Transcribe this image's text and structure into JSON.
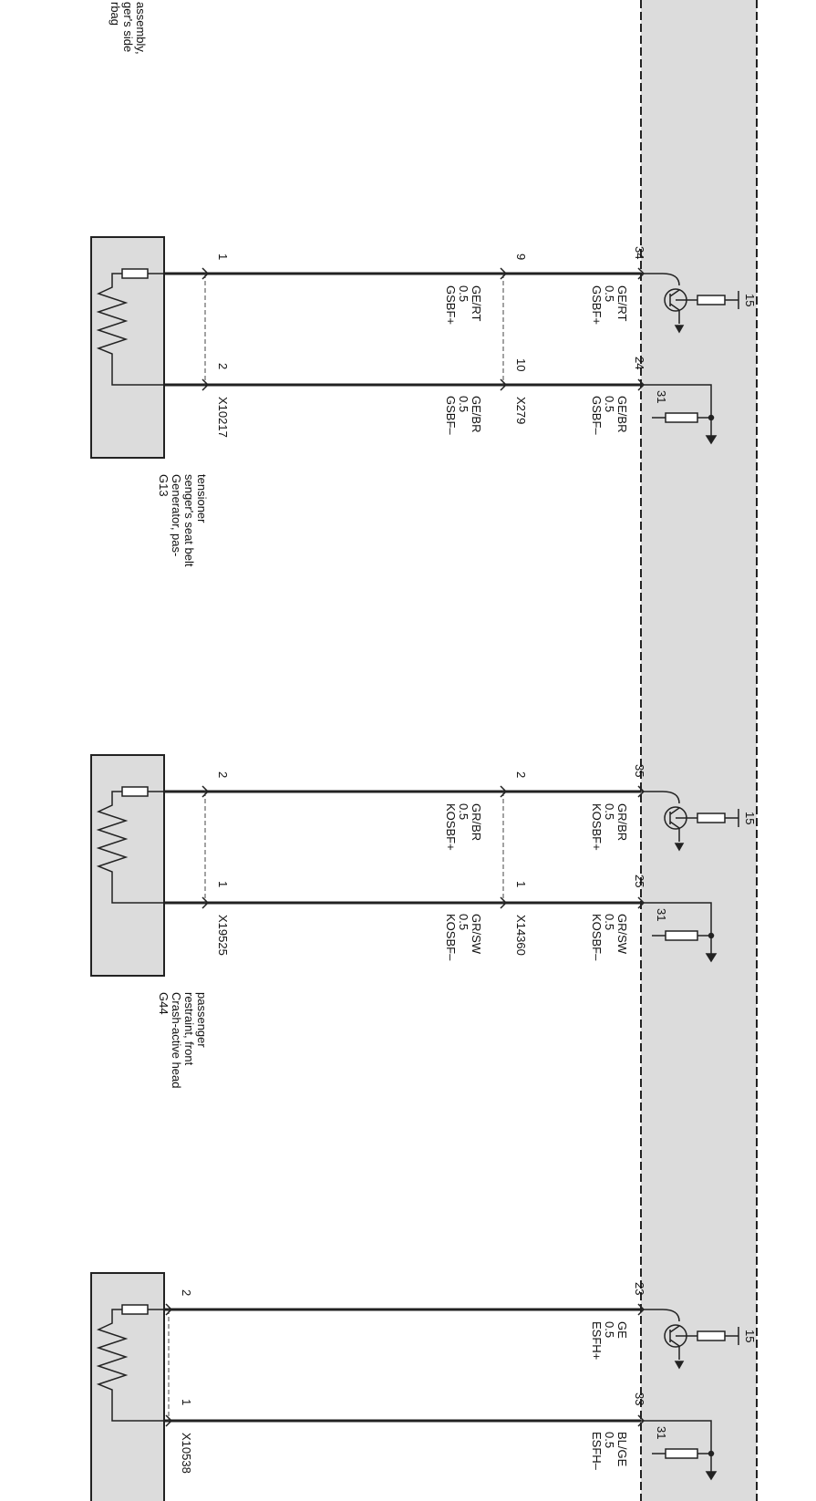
{
  "module": {
    "top_label": [
      "assembly,",
      "ger's side",
      "rbag"
    ],
    "fill_color": "#dcdcdc"
  },
  "circuits": [
    {
      "component": {
        "id": "G13",
        "desc": [
          "Generator, pas-",
          "senger's seat belt",
          "tensioner"
        ]
      },
      "wires": [
        {
          "pin_component": "1",
          "pin_mid": "9",
          "pin_module": "34",
          "signal": "GSBF+",
          "size": "0.5",
          "color": "GE/RT",
          "ground_label": "15"
        },
        {
          "pin_component": "2",
          "pin_mid": "10",
          "pin_module": "24",
          "signal": "GSBF–",
          "size": "0.5",
          "color": "GE/BR",
          "ground_label": "31"
        }
      ],
      "conn_component": "X10217",
      "conn_mid": "X279"
    },
    {
      "component": {
        "id": "G44",
        "desc": [
          "Crash-active head",
          "restraint, front",
          "passenger"
        ]
      },
      "wires": [
        {
          "pin_component": "2",
          "pin_mid": "2",
          "pin_module": "35",
          "signal": "KOSBF+",
          "size": "0.5",
          "color": "GR/BR",
          "ground_label": "15"
        },
        {
          "pin_component": "1",
          "pin_mid": "1",
          "pin_module": "25",
          "signal": "KOSBF–",
          "size": "0.5",
          "color": "GR/SW",
          "ground_label": "31"
        }
      ],
      "conn_component": "X19525",
      "conn_mid": "X14360"
    },
    {
      "component": {
        "id": "",
        "desc": []
      },
      "wires": [
        {
          "pin_component": "2",
          "pin_mid": "",
          "pin_module": "23",
          "signal": "ESFH+",
          "size": "0.5",
          "color": "GE",
          "ground_label": "15"
        },
        {
          "pin_component": "1",
          "pin_mid": "",
          "pin_module": "33",
          "signal": "ESFH–",
          "size": "0.5",
          "color": "BL/GE",
          "ground_label": "31"
        }
      ],
      "conn_component": "X10538",
      "conn_mid": ""
    }
  ]
}
